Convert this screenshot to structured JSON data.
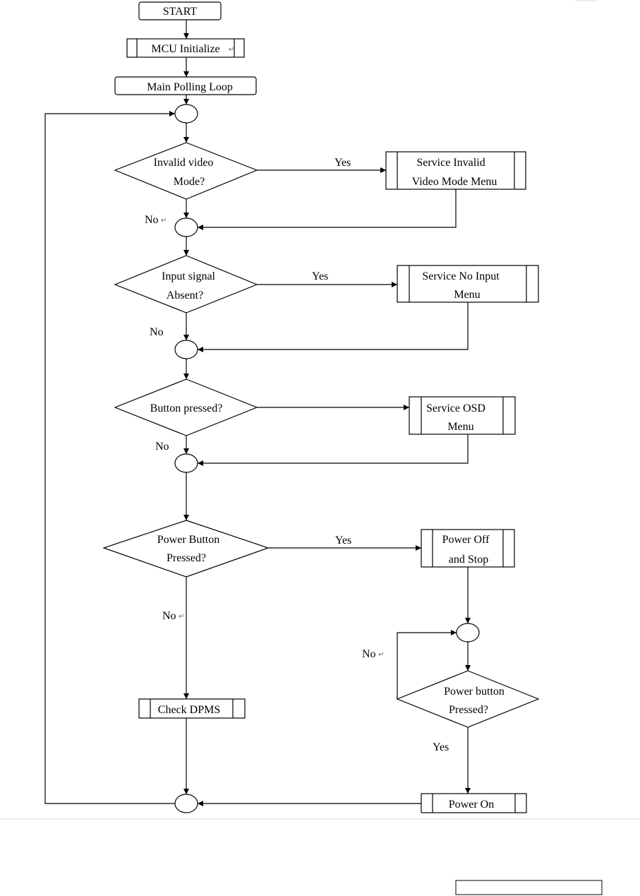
{
  "flowchart": {
    "start": "START",
    "mcu_init": "MCU Initialize",
    "main_loop": "Main Polling Loop",
    "decision1": {
      "line1": "Invalid video",
      "line2": "Mode?"
    },
    "service1": {
      "line1": "Service Invalid",
      "line2": "Video Mode Menu"
    },
    "decision2": {
      "line1": "Input signal",
      "line2": "Absent?"
    },
    "service2": {
      "line1": "Service No Input",
      "line2": "Menu"
    },
    "decision3": {
      "line1": "Button pressed?"
    },
    "service3": {
      "line1": "Service OSD",
      "line2": "Menu"
    },
    "decision4": {
      "line1": "Power Button",
      "line2": "Pressed?"
    },
    "power_off": {
      "line1": "Power Off",
      "line2": "and Stop"
    },
    "decision5": {
      "line1": "Power button",
      "line2": "Pressed?"
    },
    "check_dpms": "Check DPMS",
    "power_on": "Power On",
    "labels": {
      "yes1": "Yes",
      "no1": "No",
      "yes2": "Yes",
      "no2": "No",
      "no3": "No",
      "yes4": "Yes",
      "no4": "No",
      "no5": "No",
      "yes5": "Yes"
    },
    "return_mark": "↵"
  }
}
